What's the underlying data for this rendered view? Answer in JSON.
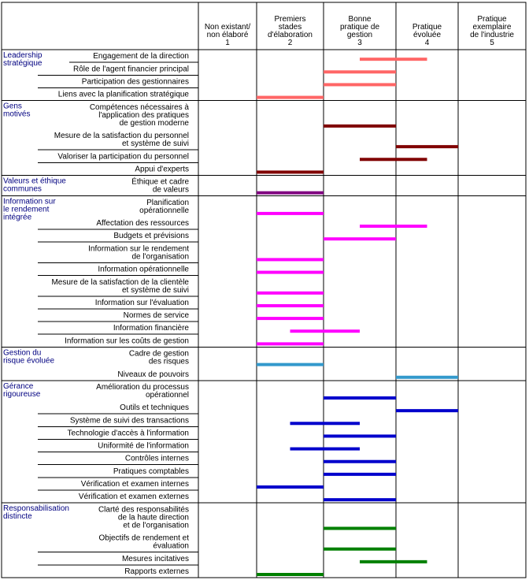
{
  "chart_data": {
    "type": "bar",
    "columns": [
      [
        "Non existant/",
        "non élaboré",
        "1"
      ],
      [
        "Premiers",
        "stades",
        "d'élaboration",
        "2"
      ],
      [
        "Bonne",
        "pratique de",
        "gestion",
        "3"
      ],
      [
        "Pratique",
        "évoluée",
        "4"
      ],
      [
        "Pratique",
        "exemplaire",
        "de l'industrie",
        "5"
      ]
    ],
    "groups": [
      {
        "name": [
          "Leadership",
          "stratégique"
        ],
        "color": "#FF6666",
        "items": [
          {
            "label": [
              "Engagement de la direction"
            ],
            "range": [
              3.5,
              4.5
            ]
          },
          {
            "label": [
              "Rôle de l'agent financier principal"
            ],
            "range": [
              3.0,
              4.0
            ]
          },
          {
            "label": [
              "Participation des gestionnaires"
            ],
            "range": [
              3.0,
              4.0
            ]
          },
          {
            "label": [
              "Liens avec la planification stratégique"
            ],
            "range": [
              2.0,
              3.0
            ]
          }
        ]
      },
      {
        "name": [
          "Gens",
          "motivés"
        ],
        "color": "#800000",
        "items": [
          {
            "label": [
              "Compétences nécessaires à",
              "l'application des pratiques",
              "de gestion moderne"
            ],
            "range": [
              3.0,
              4.0
            ]
          },
          {
            "label": [
              "Mesure de la satisfaction du personnel",
              "et système de suivi"
            ],
            "range": [
              4.0,
              5.0
            ]
          },
          {
            "label": [
              "Valoriser la participation du personnel"
            ],
            "range": [
              3.5,
              4.5
            ]
          },
          {
            "label": [
              "Appui d'experts"
            ],
            "range": [
              2.0,
              3.0
            ]
          }
        ]
      },
      {
        "name": [
          "Valeurs et éthique",
          "communes"
        ],
        "color": "#800080",
        "items": [
          {
            "label": [
              "Éthique et cadre",
              "de valeurs"
            ],
            "range": [
              2.0,
              3.0
            ]
          }
        ]
      },
      {
        "name": [
          "Information sur",
          "le rendement",
          "intégrée"
        ],
        "color": "#FF00FF",
        "items": [
          {
            "label": [
              "Planification",
              "opérationnelle"
            ],
            "range": [
              2.0,
              3.0
            ]
          },
          {
            "label": [
              "Affectation des ressources"
            ],
            "range": [
              3.5,
              4.5
            ]
          },
          {
            "label": [
              "Budgets et prévisions"
            ],
            "range": [
              3.0,
              4.0
            ]
          },
          {
            "label": [
              "Information sur le rendement",
              "de l'organisation"
            ],
            "range": [
              2.0,
              3.0
            ]
          },
          {
            "label": [
              "Information opérationnelle"
            ],
            "range": [
              2.0,
              3.0
            ]
          },
          {
            "label": [
              "Mesure de la satisfaction de la clientèle",
              "et système de suivi"
            ],
            "range": [
              2.0,
              3.0
            ]
          },
          {
            "label": [
              "Information sur l'évaluation"
            ],
            "range": [
              2.0,
              3.0
            ]
          },
          {
            "label": [
              "Normes de service"
            ],
            "range": [
              2.0,
              3.0
            ]
          },
          {
            "label": [
              "Information financière"
            ],
            "range": [
              2.5,
              3.5
            ]
          },
          {
            "label": [
              "Information sur les coûts de gestion"
            ],
            "range": [
              2.0,
              3.0
            ]
          }
        ]
      },
      {
        "name": [
          "Gestion du",
          "risque évoluée"
        ],
        "color": "#3399CC",
        "items": [
          {
            "label": [
              "Cadre de gestion",
              "des risques"
            ],
            "range": [
              2.0,
              3.0
            ]
          },
          {
            "label": [
              "Niveaux de pouvoirs"
            ],
            "range": [
              4.0,
              5.0
            ]
          }
        ]
      },
      {
        "name": [
          "Gérance",
          "rigoureuse"
        ],
        "color": "#0000CC",
        "items": [
          {
            "label": [
              "Amélioration du processus",
              "opérationnel"
            ],
            "range": [
              3.0,
              4.0
            ]
          },
          {
            "label": [
              "Outils et techniques"
            ],
            "range": [
              4.0,
              5.0
            ]
          },
          {
            "label": [
              "Système de suivi des transactions"
            ],
            "range": [
              2.5,
              3.5
            ]
          },
          {
            "label": [
              "Technologie d'accès à l'information"
            ],
            "range": [
              3.0,
              4.0
            ]
          },
          {
            "label": [
              "Uniformité de l'information"
            ],
            "range": [
              2.5,
              3.5
            ]
          },
          {
            "label": [
              "Contrôles internes"
            ],
            "range": [
              3.0,
              4.0
            ]
          },
          {
            "label": [
              "Pratiques comptables"
            ],
            "range": [
              3.0,
              4.0
            ]
          },
          {
            "label": [
              "Vérification et examen internes"
            ],
            "range": [
              2.0,
              3.0
            ]
          },
          {
            "label": [
              "Vérification et examen externes"
            ],
            "range": [
              3.0,
              4.0
            ]
          }
        ]
      },
      {
        "name": [
          "Responsabilisation",
          "distincte"
        ],
        "color": "#008000",
        "items": [
          {
            "label": [
              "Clarté des responsabilités",
              "de la haute direction",
              "et de l'organisation"
            ],
            "range": [
              3.0,
              4.0
            ]
          },
          {
            "label": [
              "Objectifs de rendement et",
              "évaluation"
            ],
            "range": [
              3.0,
              4.0
            ]
          },
          {
            "label": [
              "Mesures incitatives"
            ],
            "range": [
              3.5,
              4.5
            ]
          },
          {
            "label": [
              "Rapports externes"
            ],
            "range": [
              2.0,
              3.0
            ]
          }
        ]
      }
    ]
  }
}
